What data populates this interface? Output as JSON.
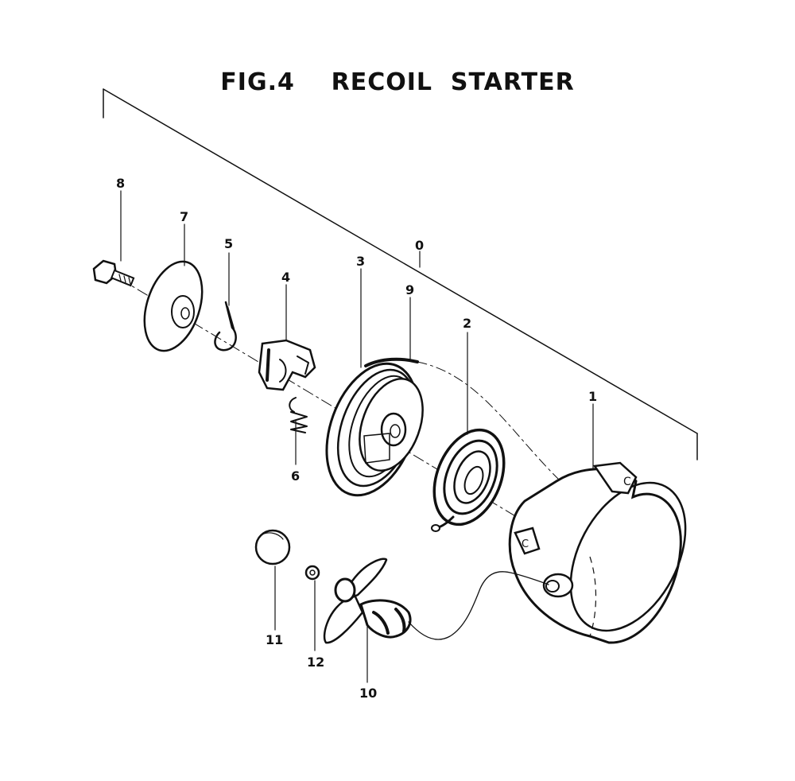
{
  "figure": {
    "number": "FIG.4",
    "title": "RECOIL  STARTER",
    "full_title": "FIG.4    RECOIL  STARTER"
  },
  "callouts": {
    "assembly": "0",
    "case": "1",
    "spring": "2",
    "reel": "3",
    "ratchet": "4",
    "clip": "5",
    "ratchet_spring": "6",
    "friction_plate": "7",
    "bolt": "8",
    "rope": "9",
    "handle": "10",
    "cap": "11",
    "washer": "12"
  }
}
